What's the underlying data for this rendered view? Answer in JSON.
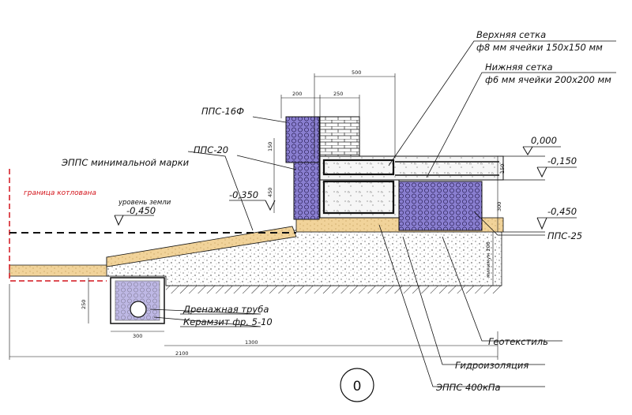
{
  "labels": {
    "top_mesh_title": "Верхняя сетка",
    "top_mesh_spec": "ф8 мм ячейки 150х150 мм",
    "bottom_mesh_title": "Нижняя сетка",
    "bottom_mesh_spec": "ф6 мм ячейки 200х200 мм",
    "pps16": "ППС-16Ф",
    "pps20": "ППС-20",
    "epps_min": "ЭППС минимальной марки",
    "pit_border": "граница котлована",
    "ground_level": "уровень земли",
    "drain_pipe": "Дренажная труба",
    "keramzit": "Керамзит фр. 5-10",
    "geotextile": "Геотекстиль",
    "waterproofing": "Гидроизоляция",
    "epps_400": "ЭППС  400кПа",
    "pps25": "ППС-25",
    "circle_mark": "0"
  },
  "levels": {
    "l0": "0,000",
    "l150": "-0,150",
    "l350": "-0,350",
    "l450a": "-0,450",
    "l450b": "-0,450"
  },
  "dims": {
    "d500": "500",
    "d200": "200",
    "d250": "250",
    "d150v": "150",
    "d450v": "450",
    "d150r": "150",
    "d300r": "300",
    "d_min200": "минимум 200",
    "d250v": "250",
    "d300": "300",
    "d1300": "1300",
    "d2100": "2100"
  },
  "colors": {
    "line": "#111111",
    "pit_border": "#d4141b",
    "sand": "#f1d39a",
    "foam": "#8a7fd1",
    "concrete": "#f3f3f3"
  }
}
